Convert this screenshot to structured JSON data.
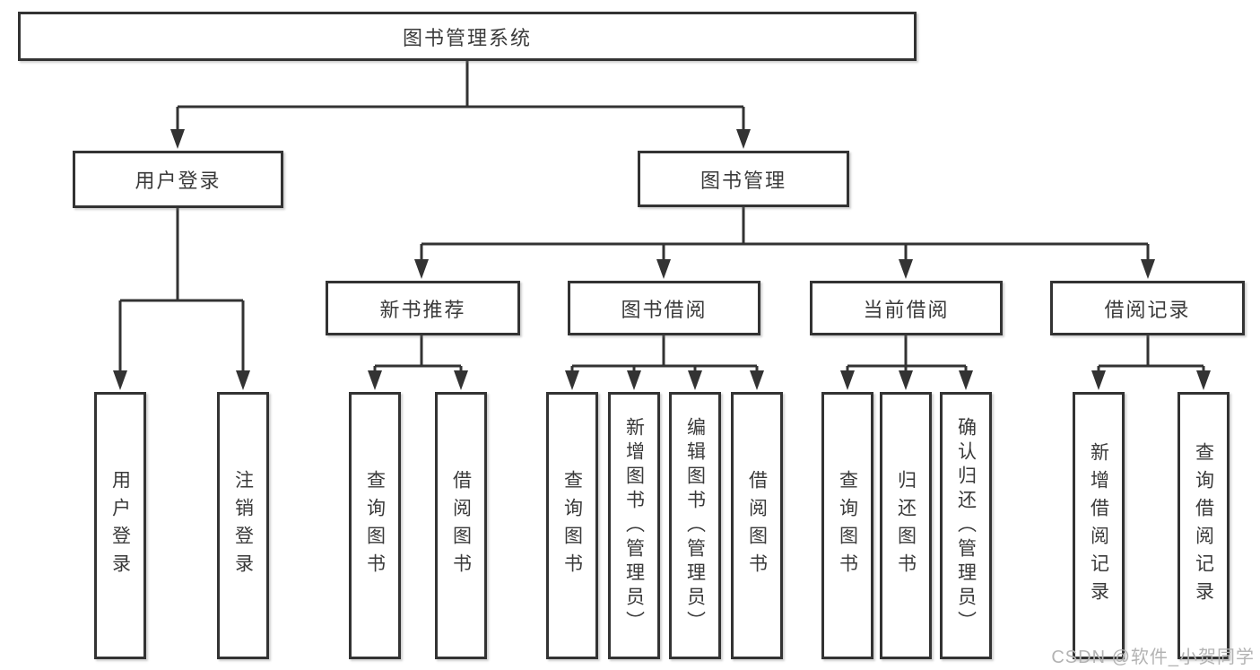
{
  "diagram": {
    "title": "图书管理系统",
    "root": {
      "label": "图书管理系统"
    },
    "branches": [
      {
        "label": "用户登录",
        "children": [
          {
            "label": "用户登录"
          },
          {
            "label": "注销登录"
          }
        ]
      },
      {
        "label": "图书管理",
        "children": [
          {
            "label": "新书推荐",
            "children": [
              {
                "label": "查询图书"
              },
              {
                "label": "借阅图书"
              }
            ]
          },
          {
            "label": "图书借阅",
            "children": [
              {
                "label": "查询图书"
              },
              {
                "label": "新增图书（管理员）"
              },
              {
                "label": "编辑图书（管理员）"
              },
              {
                "label": "借阅图书"
              }
            ]
          },
          {
            "label": "当前借阅",
            "children": [
              {
                "label": "查询图书"
              },
              {
                "label": "归还图书"
              },
              {
                "label": "确认归还（管理员）"
              }
            ]
          },
          {
            "label": "借阅记录",
            "children": [
              {
                "label": "新增借阅记录"
              },
              {
                "label": "查询借阅记录"
              }
            ]
          }
        ]
      }
    ]
  },
  "watermark": "CSDN @软件_小贺同学",
  "colors": {
    "line": "#333333",
    "box_fill": "#ffffff",
    "text": "#3a3a3a",
    "background": "#ffffff",
    "watermark": "#b3b3b3"
  }
}
